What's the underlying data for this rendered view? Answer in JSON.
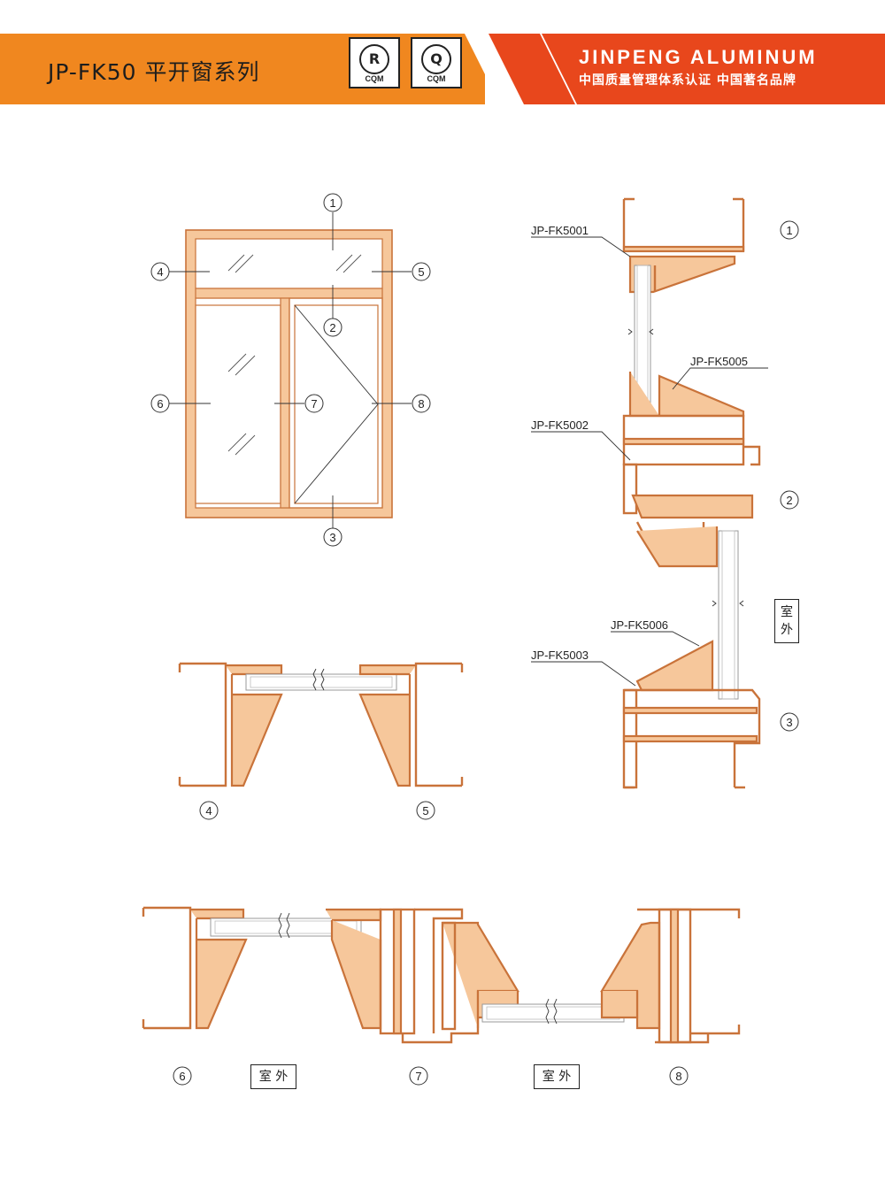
{
  "header": {
    "title": "JP-FK50 平开窗系列",
    "badges": [
      {
        "symbol": "R",
        "caption": "CQM"
      },
      {
        "symbol": "Q",
        "caption": "CQM"
      }
    ],
    "brand": "JINPENG ALUMINUM",
    "slogan": "中国质量管理体系认证 中国著名品牌",
    "colors": {
      "orange": "#f0871f",
      "red": "#e8471c",
      "profile": "#c9733a",
      "profile_fill": "#f6c79b"
    }
  },
  "elevation": {
    "callouts": [
      "1",
      "2",
      "3",
      "4",
      "5",
      "6",
      "7",
      "8"
    ]
  },
  "section_vertical": {
    "callouts": [
      "1",
      "2",
      "3"
    ],
    "part_labels": [
      "JP-FK5001",
      "JP-FK5005",
      "JP-FK5002",
      "JP-FK5006",
      "JP-FK5003"
    ],
    "outdoor": "室\n外"
  },
  "section_45": {
    "callouts": [
      "4",
      "5"
    ]
  },
  "section_678": {
    "callouts": [
      "6",
      "7",
      "8"
    ],
    "outdoor_labels": [
      "室 外",
      "室 外"
    ]
  }
}
